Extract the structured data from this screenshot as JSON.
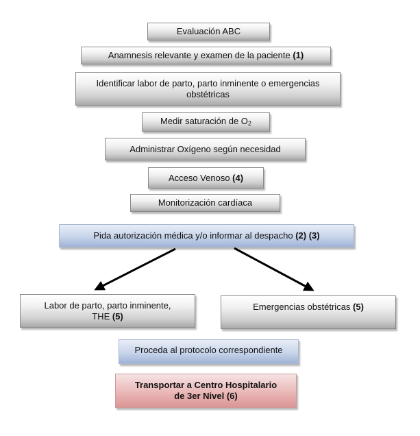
{
  "diagram": {
    "steps": [
      {
        "id": "evaluacion-abc",
        "text": "Evaluación ABC",
        "ref": ""
      },
      {
        "id": "anamnesis",
        "text": "Anamnesis relevante y examen de la paciente ",
        "ref": "(1)"
      },
      {
        "id": "identificar",
        "text": "Identificar labor de parto, parto inminente o emergencias obstétricas",
        "ref": ""
      },
      {
        "id": "medir-saturacion",
        "text": "Medir saturación de O",
        "sub": "2",
        "ref": ""
      },
      {
        "id": "administrar-oxigeno",
        "text": "Administrar Oxígeno según necesidad",
        "ref": ""
      },
      {
        "id": "acceso-venoso",
        "text": "Acceso Venoso ",
        "ref": "(4)"
      },
      {
        "id": "monitorizacion",
        "text": "Monitorización cardíaca",
        "ref": ""
      },
      {
        "id": "autorizacion",
        "text": "Pida autorización médica y/o informar al despacho ",
        "ref": "(2) (3)"
      }
    ],
    "branches": [
      {
        "id": "labor-parto",
        "line1": "Labor de parto, parto inminente,",
        "line2": "THE ",
        "ref": "(5)"
      },
      {
        "id": "emergencias",
        "text": "Emergencias obstétricas ",
        "ref": "(5)"
      }
    ],
    "protocol": {
      "text": "Proceda al protocolo correspondiente"
    },
    "transport": {
      "line1": "Transportar a Centro Hospitalario",
      "line2": "de 3er Nivel (6)"
    },
    "colors": {
      "step_fill": "#d0d0d0",
      "action_fill": "#c7d4ea",
      "transport_fill": "#eab7b7",
      "arrow": "#000000"
    }
  }
}
